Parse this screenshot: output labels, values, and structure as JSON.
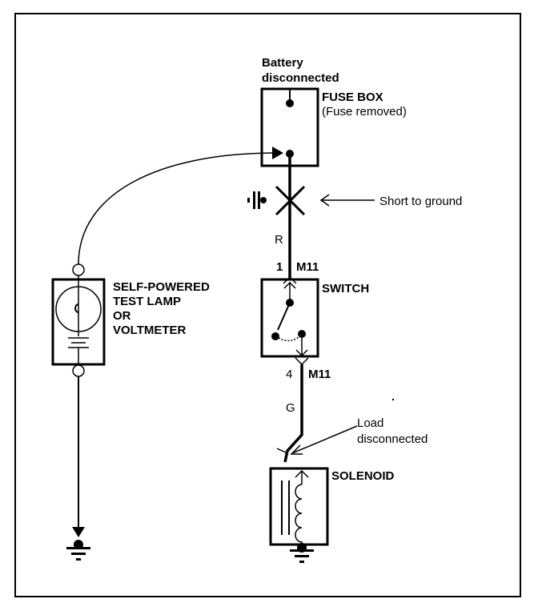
{
  "diagram": {
    "battery_label": [
      "Battery",
      "disconnected"
    ],
    "fuse_box_label": "FUSE BOX",
    "fuse_box_note": "(Fuse removed)",
    "short_label": "Short to ground",
    "wire_top_color": "R",
    "connector_top_pin": "1",
    "connector_top_name": "M11",
    "switch_label": "SWITCH",
    "connector_bottom_pin": "4",
    "connector_bottom_name": "M11",
    "wire_bottom_color": "G",
    "load_label": [
      "Load",
      "disconnected"
    ],
    "solenoid_label": "SOLENOID",
    "tester_label": [
      "SELF-POWERED",
      "TEST LAMP",
      "OR",
      "VOLTMETER"
    ]
  }
}
